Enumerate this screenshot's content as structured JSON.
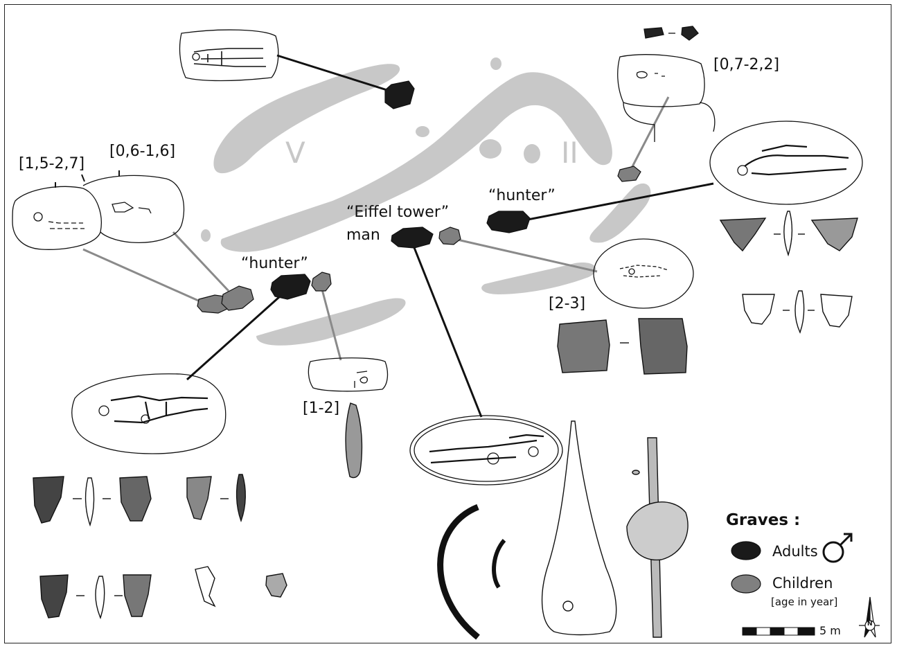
{
  "zones": {
    "zone_v": "V",
    "zone_ii": "II"
  },
  "labels": {
    "age_15_27": "[1,5-2,7]",
    "age_06_16": "[0,6-1,6]",
    "age_07_22": "[0,7-2,2]",
    "age_2_3": "[2-3]",
    "age_1_2": "[1-2]",
    "hunter_left": "“hunter”",
    "hunter_right": "“hunter”",
    "eiffel_line1": "“Eiffel tower”",
    "eiffel_line2": "man"
  },
  "legend": {
    "title": "Graves :",
    "adults": "Adults",
    "children": "Children",
    "age_note": "[age in year]",
    "scale": "5 m",
    "north": "N"
  },
  "colors": {
    "adult_grave": "#1a1a1a",
    "child_grave": "#808080",
    "zone": "#c8c8c8",
    "adult_link": "#111111",
    "child_link": "#8a8a8a"
  }
}
